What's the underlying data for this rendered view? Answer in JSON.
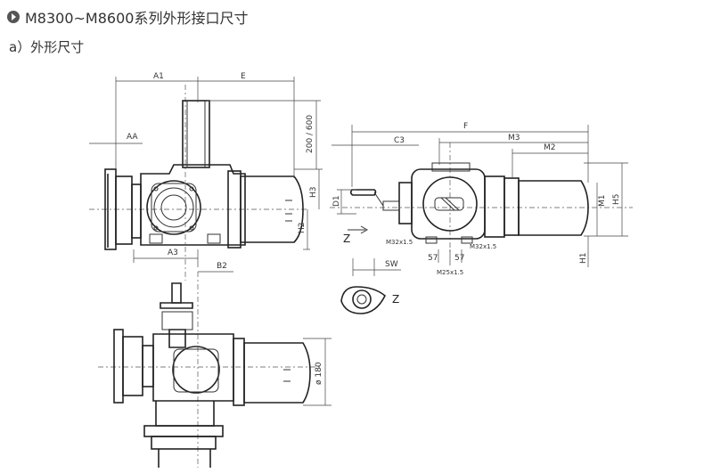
{
  "header": {
    "icon": "play-circle-icon",
    "title": "M8300~M8600系列外形接口尺寸"
  },
  "subheader": "a）外形尺寸",
  "labels": {
    "A1": "A1",
    "E": "E",
    "AA": "AA",
    "h200": "200 / 600",
    "H3": "H3",
    "H2": "H2",
    "A3": "A3",
    "B2": "B2",
    "F": "F",
    "M3": "M3",
    "C3": "C3",
    "M2": "M2",
    "D1": "D1",
    "M1": "M1",
    "H5": "H5",
    "H1": "H1",
    "Z1": "Z",
    "Z2": "Z",
    "SW": "SW",
    "M32a": "M32x1.5",
    "M32b": "M32x1.5",
    "d57a": "57",
    "d57b": "57",
    "M25": "M25x1.5",
    "phi180": "ø 180"
  }
}
